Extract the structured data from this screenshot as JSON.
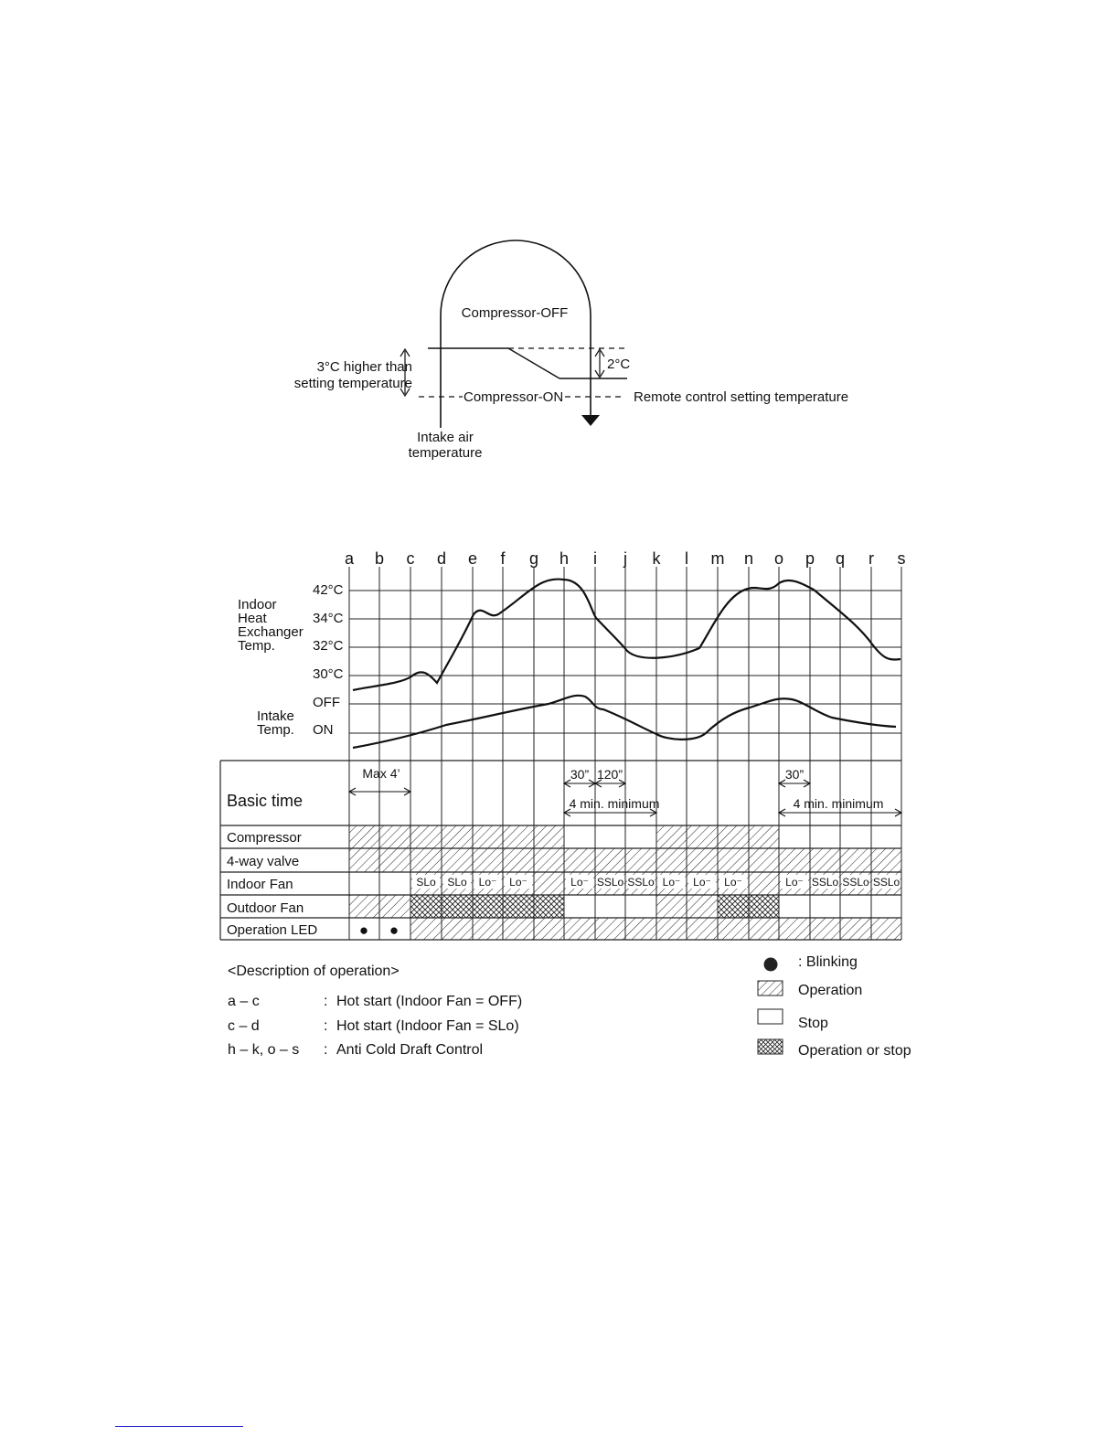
{
  "thermostat": {
    "compressor_off": "Compressor-OFF",
    "compressor_on": "Compressor-ON",
    "higher_line1": "3°C higher than",
    "higher_line2": "setting temperature",
    "delta": "2°C",
    "remote_setting": "Remote control setting temperature",
    "intake_line1": "Intake air",
    "intake_line2": "temperature"
  },
  "timing": {
    "columns": [
      "a",
      "b",
      "c",
      "d",
      "e",
      "f",
      "g",
      "h",
      "i",
      "j",
      "k",
      "l",
      "m",
      "n",
      "o",
      "p",
      "q",
      "r",
      "s"
    ],
    "hex_label": [
      "Indoor",
      "Heat",
      "Exchanger",
      "Temp."
    ],
    "hex_ticks": [
      "42°C",
      "34°C",
      "32°C",
      "30°C"
    ],
    "intake_label": [
      "Intake",
      "Temp."
    ],
    "intake_ticks": [
      "OFF",
      "ON"
    ],
    "basic_time": "Basic time",
    "max4": "Max 4’",
    "t30a": "30”",
    "t120": "120”",
    "t30b": "30”",
    "min4a": "4 min. minimum",
    "min4b": "4 min. minimum",
    "rows": [
      "Compressor",
      "4-way valve",
      "Indoor Fan",
      "Outdoor Fan",
      "Operation LED"
    ],
    "fan_labels": [
      "SLo",
      "SLo",
      "Lo⁻",
      "Lo⁻",
      "Lo⁻",
      "SSLo",
      "SSLo",
      "Lo⁻",
      "Lo⁻",
      "Lo⁻",
      "Lo⁻",
      "SSLo",
      "SSLo",
      "SSLo"
    ],
    "led_symbol": "●"
  },
  "description": {
    "title": "<Description of operation>",
    "items": [
      {
        "range": "a – c",
        "sep": ":",
        "text": "Hot start (Indoor Fan = OFF)"
      },
      {
        "range": "c – d",
        "sep": ":",
        "text": "Hot start (Indoor Fan = SLo)"
      },
      {
        "range": "h – k, o – s",
        "sep": ":",
        "text": "Anti Cold Draft Control"
      }
    ]
  },
  "legend": {
    "blinking": ": Blinking",
    "operation": "Operation",
    "stop": "Stop",
    "op_or_stop": "Operation or stop"
  }
}
